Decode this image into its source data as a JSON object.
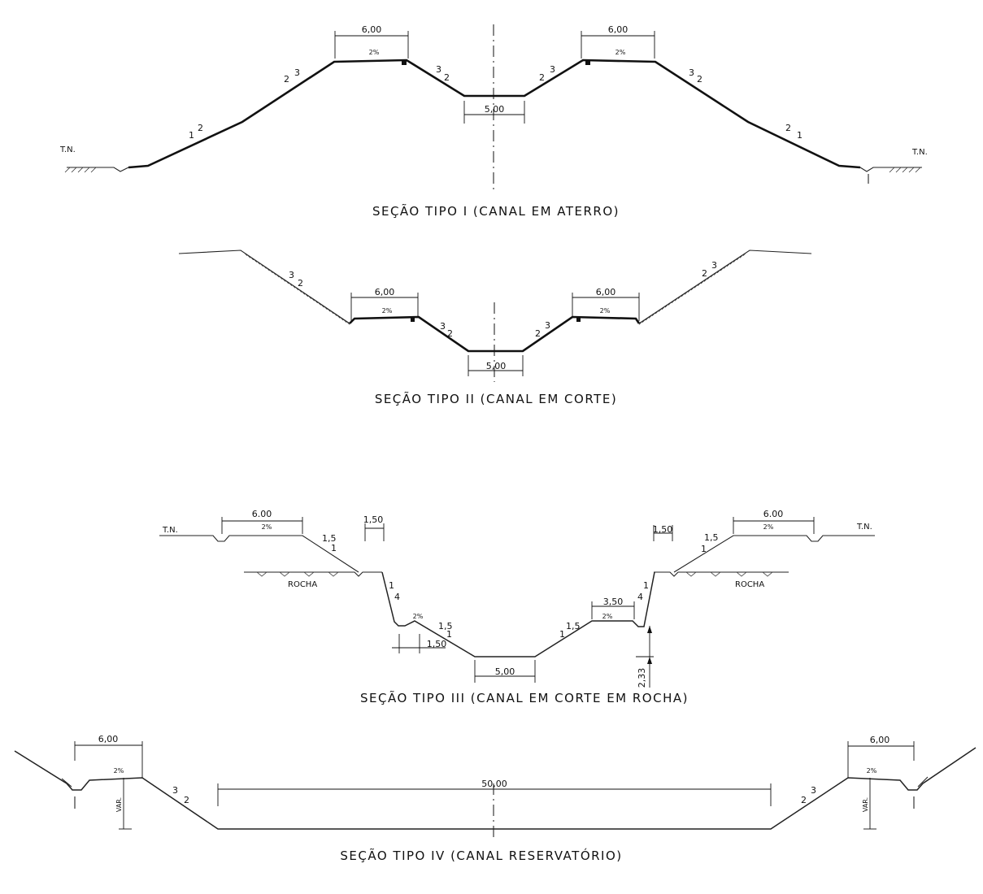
{
  "sections": [
    {
      "title": "SEÇÃO TIPO I (CANAL EM ATERRO)",
      "bench_left": "6,00",
      "bench_right": "6,00",
      "crown_left": "2%",
      "crown_right": "2%",
      "bottom_width": "5,00",
      "ground_left": "T.N.",
      "ground_right": "T.N.",
      "slope_outer_upper_left": [
        "2",
        "3"
      ],
      "slope_outer_lower_left": [
        "1",
        "2"
      ],
      "slope_inner_left": [
        "3",
        "2"
      ],
      "slope_inner_right": [
        "2",
        "3"
      ],
      "slope_outer_upper_right": [
        "3",
        "2"
      ],
      "slope_outer_lower_right": [
        "2",
        "1"
      ]
    },
    {
      "title": "SEÇÃO TIPO II (CANAL EM CORTE)",
      "bench_left": "6,00",
      "bench_right": "6,00",
      "crown_left": "2%",
      "crown_right": "2%",
      "bottom_width": "5,00",
      "slope_cut_left": [
        "3",
        "2"
      ],
      "slope_cut_right": [
        "2",
        "3"
      ],
      "slope_inner_left": [
        "3",
        "2"
      ],
      "slope_inner_right": [
        "2",
        "3"
      ]
    },
    {
      "title": "SEÇÃO TIPO III (CANAL EM CORTE EM ROCHA)",
      "bench_left": "6.00",
      "bench_right": "6.00",
      "crown_left": "2%",
      "crown_right": "2%",
      "ground_left": "T.N.",
      "ground_right": "T.N.",
      "rock_left": "ROCHA",
      "rock_right": "ROCHA",
      "berm_left": "1,50",
      "berm_right": "1,50",
      "berm_low_left": "1,50",
      "inner_bench_right": "3,50",
      "inner_crown_left": "2%",
      "inner_crown_right": "2%",
      "height_right": "2,33",
      "bottom_width": "5,00",
      "slope_soil_left": [
        "1,5",
        "1"
      ],
      "slope_soil_right": [
        "1,5",
        "1"
      ],
      "slope_rock_left": [
        "1",
        "4"
      ],
      "slope_rock_right": [
        "1",
        "4"
      ],
      "slope_inner_left": [
        "1,5",
        "1"
      ],
      "slope_inner_right": [
        "1,5",
        "1"
      ]
    },
    {
      "title": "SEÇÃO TIPO IV (CANAL RESERVATÓRIO)",
      "bench_left": "6,00",
      "bench_right": "6,00",
      "crown_left": "2%",
      "crown_right": "2%",
      "bottom_width": "50,00",
      "var_left": "VAR.",
      "var_right": "VAR.",
      "slope_left": [
        "3",
        "2"
      ],
      "slope_right": [
        "3",
        "2"
      ]
    }
  ]
}
